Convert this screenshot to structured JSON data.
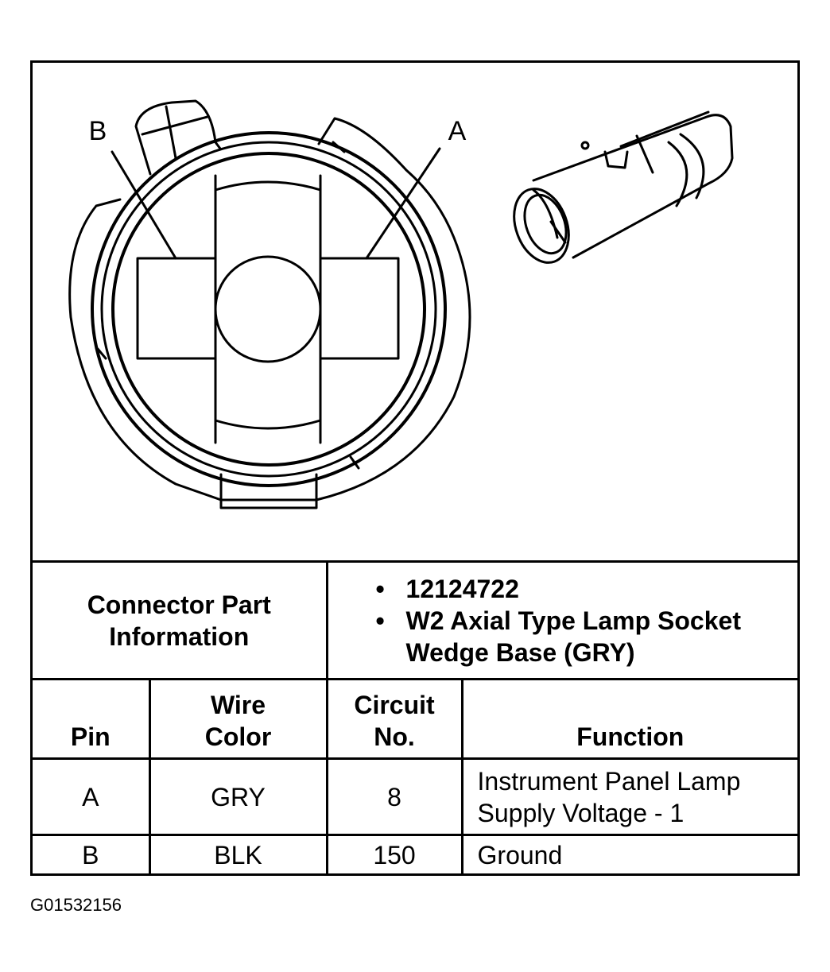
{
  "diagram": {
    "pin_label_a": "A",
    "pin_label_b": "B"
  },
  "part_info": {
    "label_line1": "Connector Part",
    "label_line2": "Information",
    "part_number": "12124722",
    "description_line1": "W2 Axial Type Lamp Socket",
    "description_line2": "Wedge Base (GRY)"
  },
  "table": {
    "headers": {
      "pin": "Pin",
      "wire_color_line1": "Wire",
      "wire_color_line2": "Color",
      "circuit_line1": "Circuit",
      "circuit_line2": "No.",
      "function": "Function"
    },
    "rows": [
      {
        "pin": "A",
        "wire_color": "GRY",
        "circuit": "8",
        "function_line1": "Instrument Panel Lamp",
        "function_line2": "Supply Voltage - 1"
      },
      {
        "pin": "B",
        "wire_color": "BLK",
        "circuit": "150",
        "function_line1": "Ground",
        "function_line2": ""
      }
    ]
  },
  "figure_id": "G01532156"
}
